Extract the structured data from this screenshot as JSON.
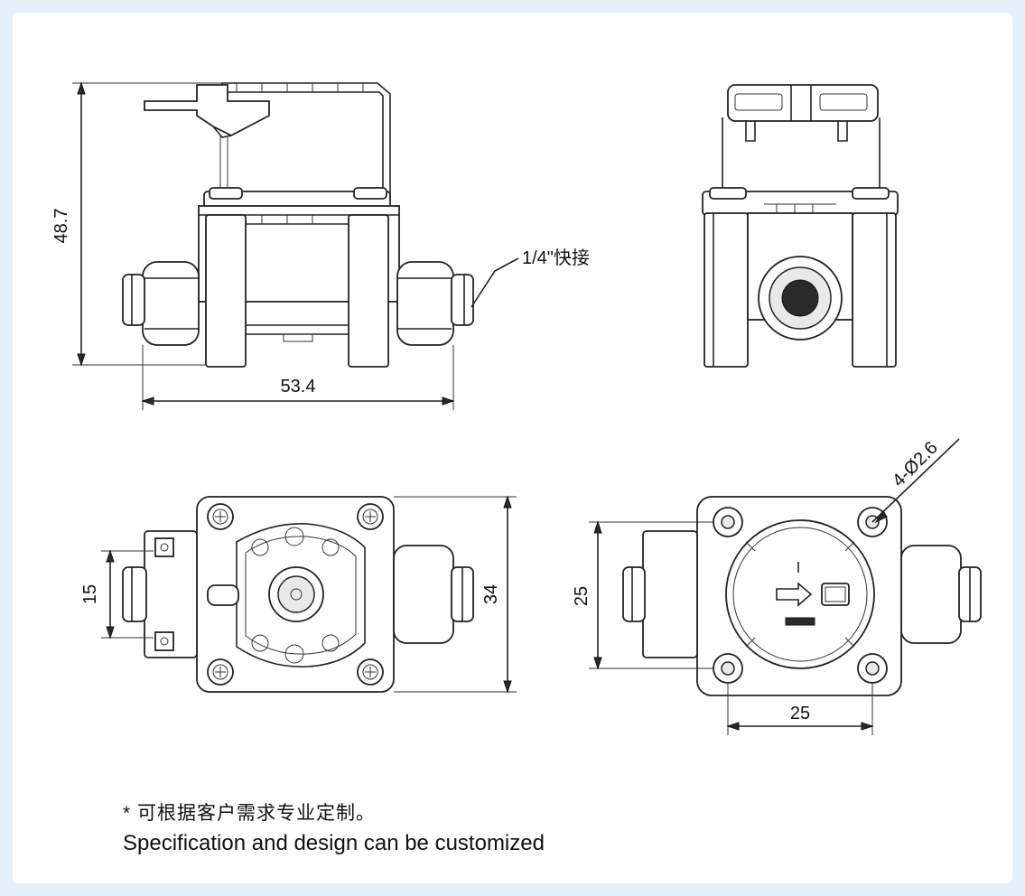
{
  "dimensions": {
    "height": "48.7",
    "width": "53.4",
    "connector_label": "1/4\"快接",
    "port_spacing": "15",
    "body_height": "34",
    "hole_spacing_v": "25",
    "hole_spacing_h": "25",
    "hole_spec": "4-Ø2.6"
  },
  "notes": {
    "chinese": "* 可根据客户需求专业定制。",
    "english": "Specification and design can be customized"
  },
  "colors": {
    "background": "#e6f0f9",
    "sheet": "#ffffff",
    "line": "#222222"
  }
}
